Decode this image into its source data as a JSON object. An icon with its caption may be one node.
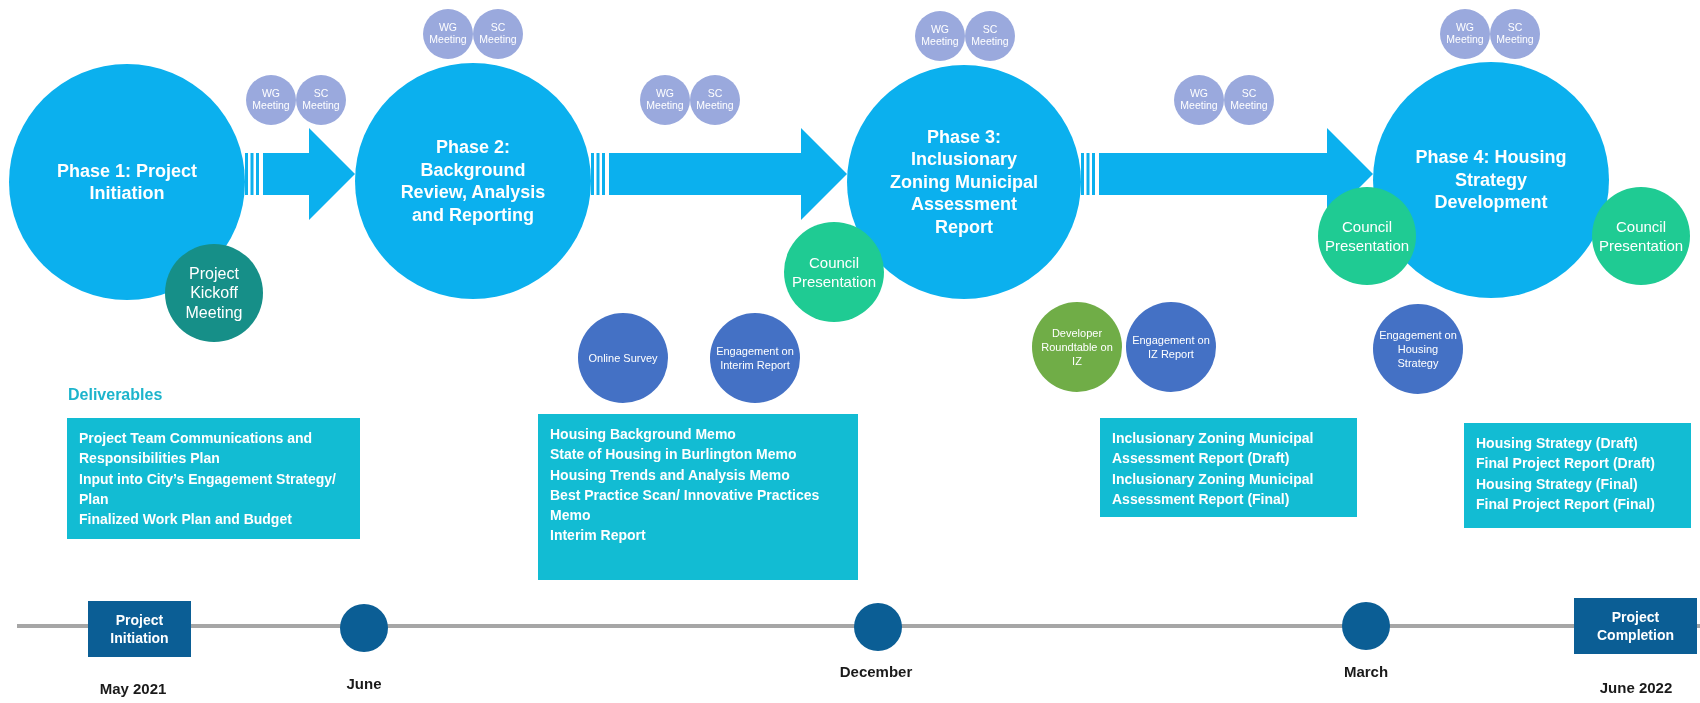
{
  "diagram": {
    "nodes": [
      {
        "text": [
          "Phase 1: Project Initiation"
        ]
      },
      {
        "text": [
          "Project Kickoff Meeting"
        ]
      },
      {
        "text": [
          "WG Meeting"
        ]
      },
      {
        "text": [
          "SC Meeting"
        ]
      },
      {
        "text": [
          "WG Meeting"
        ]
      },
      {
        "text": [
          "SC Meeting"
        ]
      },
      {
        "text": [
          "Phase 2: Background Review, Analysis and Reporting"
        ]
      },
      {
        "text": [
          "WG Meeting"
        ]
      },
      {
        "text": [
          "SC Meeting"
        ]
      },
      {
        "text": [
          "Online Survey"
        ]
      },
      {
        "text": [
          "Engagement on Interim Report"
        ]
      },
      {
        "text": [
          "Council Presentation"
        ]
      },
      {
        "text": [
          "WG Meeting"
        ]
      },
      {
        "text": [
          "SC Meeting"
        ]
      },
      {
        "text": [
          "Phase 3: Inclusionary Zoning Municipal Assessment Report"
        ]
      },
      {
        "text": [
          "WG Meeting"
        ]
      },
      {
        "text": [
          "SC Meeting"
        ]
      },
      {
        "text": [
          "Developer Roundtable on IZ"
        ]
      },
      {
        "text": [
          "Engagement on IZ Report"
        ]
      },
      {
        "text": [
          "WG Meeting"
        ]
      },
      {
        "text": [
          "SC Meeting"
        ]
      },
      {
        "text": [
          "Council Presentation"
        ]
      },
      {
        "text": [
          "Phase 4: Housing Strategy Development"
        ]
      },
      {
        "text": [
          "Council Presentation"
        ]
      },
      {
        "text": [
          "Engagement on Housing Strategy"
        ]
      },
      {
        "text": [
          "Project Team Communications and Responsibilities Plan",
          "Input into City’s Engagement Strategy/ Plan",
          "Finalized Work Plan and Budget"
        ]
      },
      {
        "text": [
          "Housing Background Memo",
          "State of Housing in Burlington Memo",
          "Housing Trends and Analysis Memo",
          "Best Practice Scan/ Innovative Practices Memo",
          "Interim Report"
        ]
      },
      {
        "text": [
          "Inclusionary Zoning Municipal Assessment Report (Draft)",
          "Inclusionary Zoning Municipal Assessment Report (Final)"
        ]
      },
      {
        "text": [
          "Housing Strategy (Draft)",
          "Final Project Report (Draft)",
          "Housing Strategy (Final)",
          "Final Project Report (Final)"
        ]
      },
      {
        "text": [
          "Project Initiation"
        ],
        "beside": [
          "May 2021"
        ]
      },
      {
        "text": [],
        "shape": "circle",
        "beside": [
          "June"
        ]
      },
      {
        "text": [],
        "shape": "circle",
        "beside": [
          "December"
        ]
      },
      {
        "text": [],
        "shape": "circle",
        "beside": [
          "March"
        ]
      },
      {
        "text": [
          "Project Completion"
        ],
        "beside": [
          "June 2022"
        ]
      }
    ],
    "edges": [
      {
        "from": 0,
        "to": 6,
        "arrow": "to"
      },
      {
        "from": 6,
        "to": 14,
        "arrow": "to"
      },
      {
        "from": 14,
        "to": 22,
        "arrow": "to"
      }
    ],
    "labels": [
      "Deliverables"
    ]
  }
}
